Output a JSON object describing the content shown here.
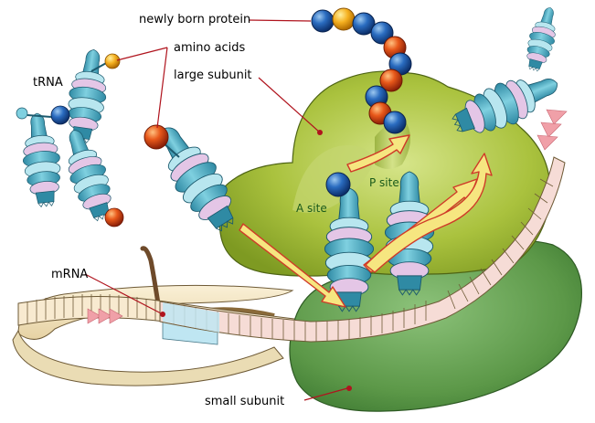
{
  "labels": {
    "newly_born_protein": "newly born protein",
    "amino_acids": "amino acids",
    "trna": "tRNA",
    "large_subunit": "large subunit",
    "mrna": "mRNA",
    "small_subunit": "small subunit",
    "a_site": "A site",
    "p_site": "P site"
  },
  "colors": {
    "large_subunit": "#a9c23a",
    "small_subunit": "#5f9a4a",
    "trna_body": "#4aaac0",
    "amino_acid_blue": "#1e5fa8",
    "amino_acid_orange": "#e0541a",
    "amino_acid_yellow": "#f5b020",
    "pointer_line": "#b0141e",
    "arrow_fill": "#f4e67a",
    "mrna_strip": "#f5e6c4"
  }
}
